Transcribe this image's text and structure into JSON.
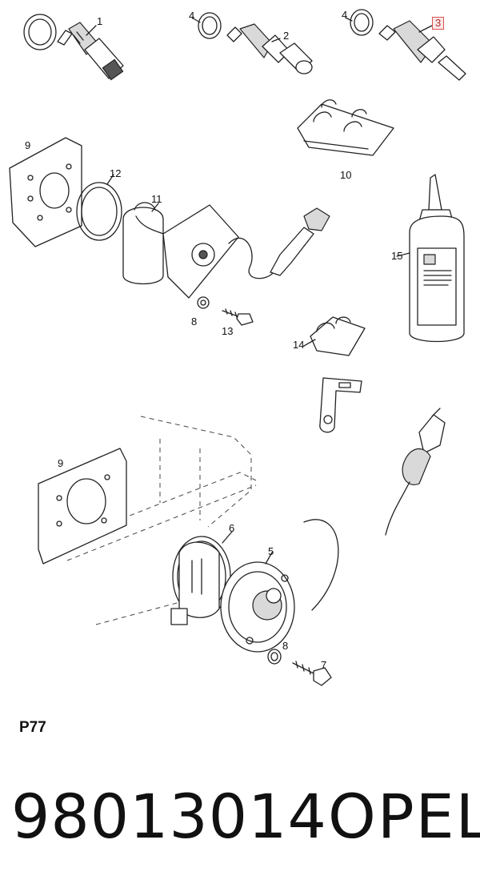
{
  "diagram": {
    "callouts": {
      "c1": "1",
      "c2": "2",
      "c3": "3",
      "c4a": "4",
      "c4b": "4",
      "c5": "5",
      "c6": "6",
      "c7": "7",
      "c8a": "8",
      "c8b": "8",
      "c9a": "9",
      "c9b": "9",
      "c10": "10",
      "c11": "11",
      "c12": "12",
      "c13": "13",
      "c14": "14",
      "c15": "15"
    },
    "highlight_color": "#d9534f"
  },
  "footer": {
    "page_code": "P77",
    "part_number": "98013014",
    "brand": "OPEL"
  }
}
